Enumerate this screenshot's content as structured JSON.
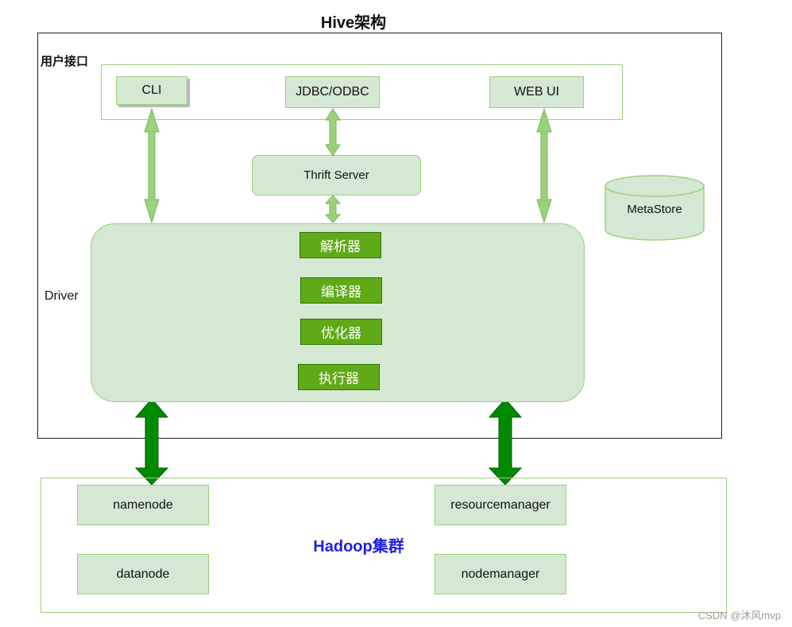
{
  "title": "Hive架构",
  "user_interface": {
    "label": "用户接口",
    "clients": [
      "CLI",
      "JDBC/ODBC",
      "WEB UI"
    ]
  },
  "thrift_server": "Thrift Server",
  "metastore": "MetaStore",
  "driver": {
    "label": "Driver",
    "components": [
      "解析器",
      "编译器",
      "优化器",
      "执行器"
    ]
  },
  "hadoop": {
    "label": "Hadoop集群",
    "nodes": [
      "namenode",
      "resourcemanager",
      "datanode",
      "nodemanager"
    ]
  },
  "watermark": "CSDN @沐风mvp",
  "colors": {
    "light_fill": "#d5e8d4",
    "light_stroke": "#9bd17b",
    "component_fill": "#60a917",
    "dark_arrow": "#008a00",
    "hadoop_label": "#1f1fe0"
  }
}
